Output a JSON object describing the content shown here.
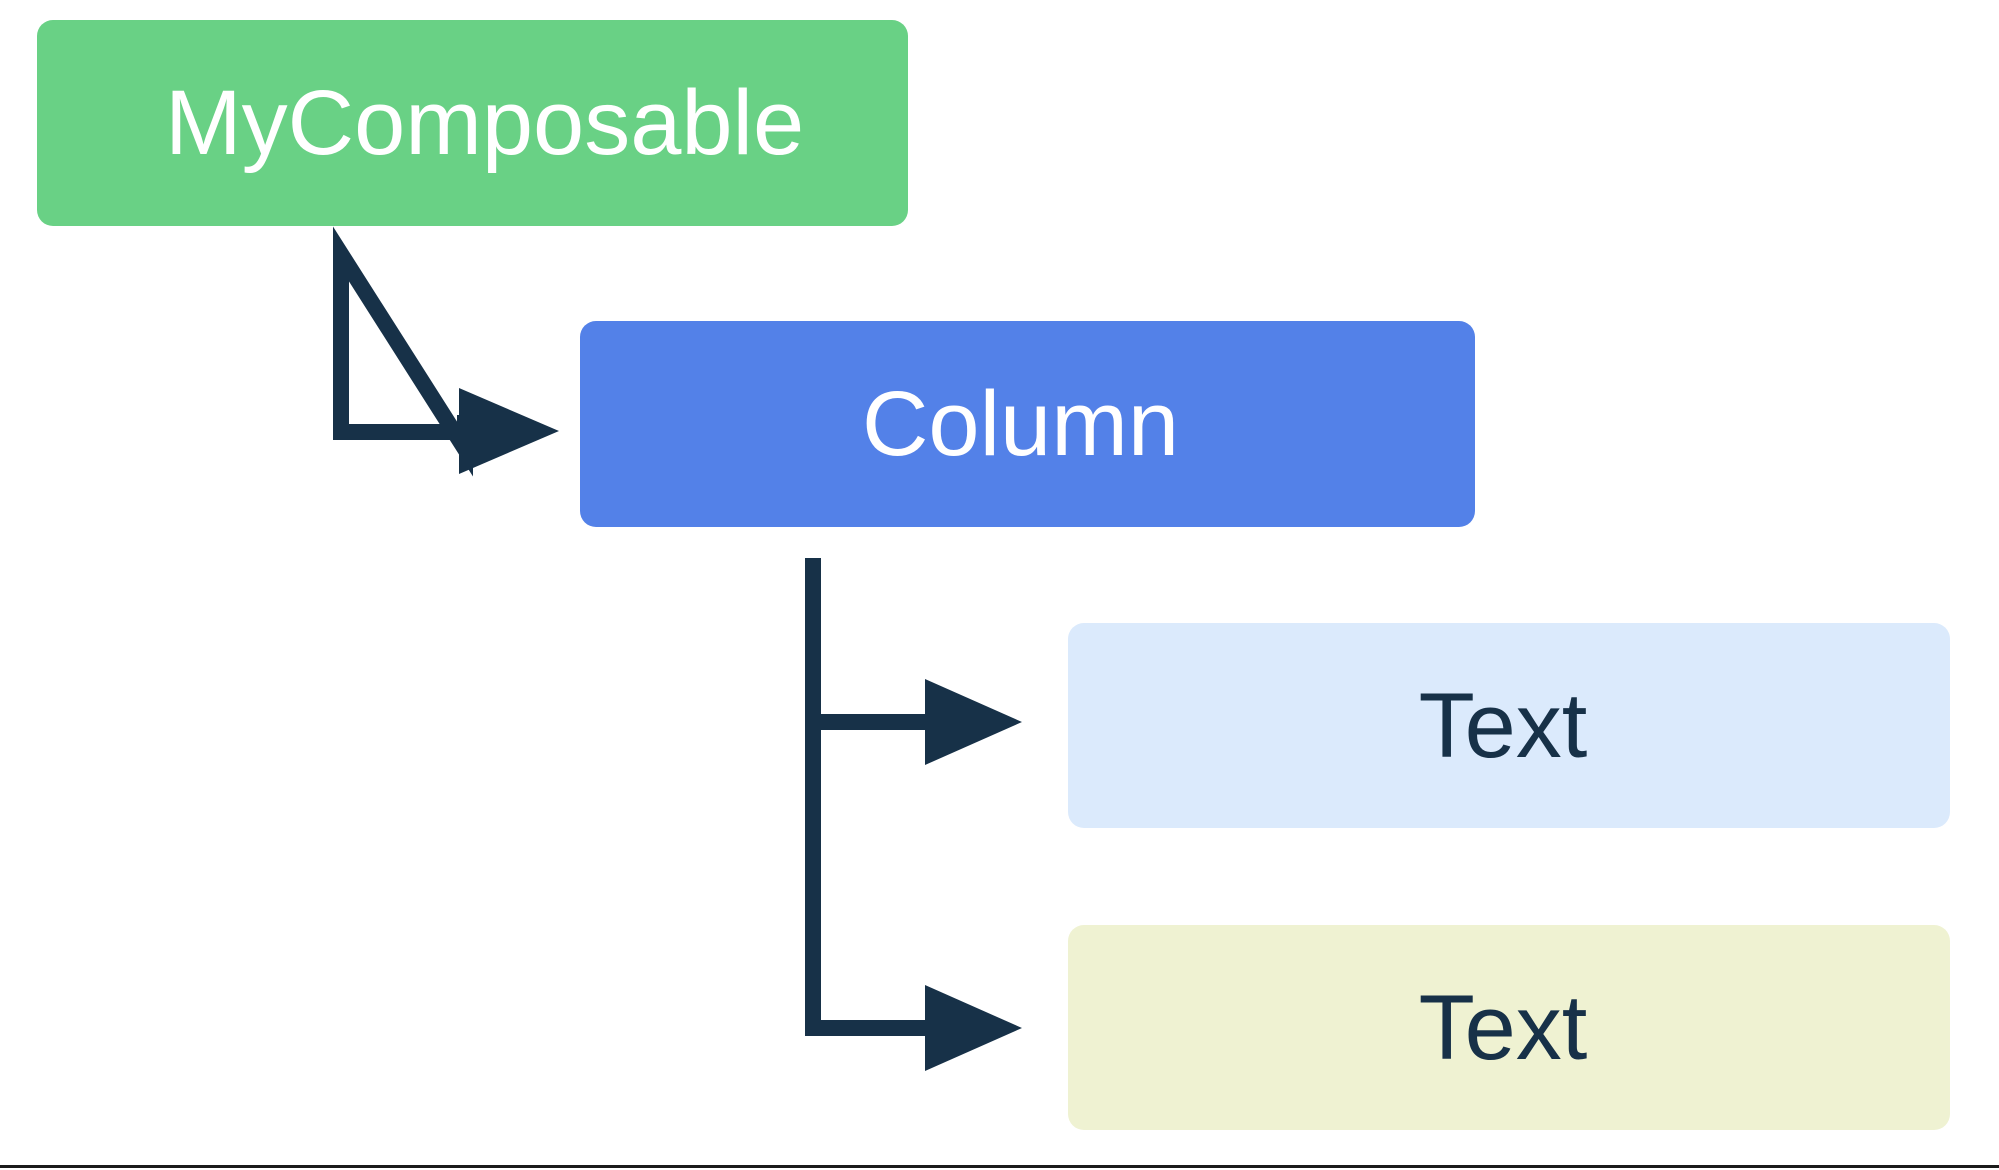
{
  "diagram": {
    "title": "Composable hierarchy tree",
    "type": "tree",
    "background": "#ffffff",
    "nodes": [
      {
        "id": "root",
        "label": "MyComposable",
        "level": 0,
        "fill": "#69d185",
        "text_color": "#ffffff",
        "align": "left"
      },
      {
        "id": "column",
        "label": "Column",
        "level": 1,
        "fill": "#5381e8",
        "text_color": "#ffffff",
        "align": "center"
      },
      {
        "id": "text-1",
        "label": "Text",
        "level": 2,
        "fill": "#dbeafc",
        "text_color": "#173148",
        "align": "center"
      },
      {
        "id": "text-2",
        "label": "Text",
        "level": 2,
        "fill": "#eff2d2",
        "text_color": "#173148",
        "align": "center"
      }
    ],
    "edges": [
      {
        "from": "root",
        "to": "column",
        "style": "elbow-arrow"
      },
      {
        "from": "column",
        "to": "text-1",
        "style": "tee-arrow"
      },
      {
        "from": "column",
        "to": "text-2",
        "style": "elbow-arrow"
      }
    ],
    "connector_color": "#173148",
    "connector_width": 16,
    "rule_color": "#1b1b1b"
  }
}
